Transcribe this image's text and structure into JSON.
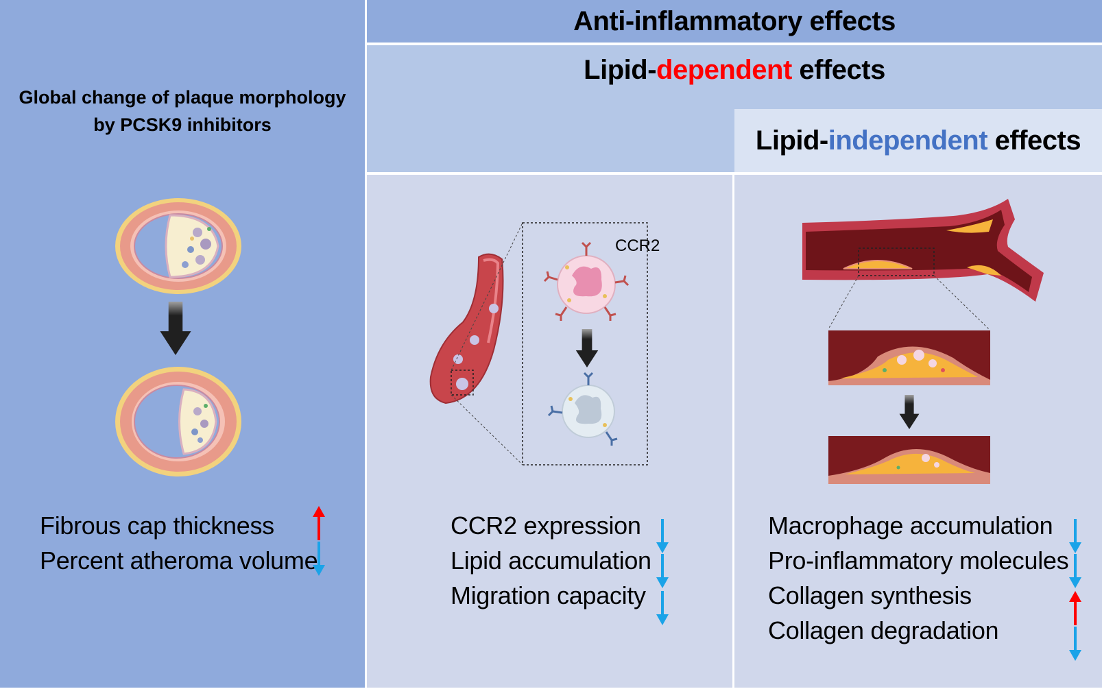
{
  "left_panel": {
    "title_line1": "Global change of plaque morphology",
    "title_line2": "by PCSK9 inhibitors",
    "effects": [
      {
        "label": "Fibrous cap thickness",
        "direction": "up"
      },
      {
        "label": "Percent atheroma volume",
        "direction": "down"
      }
    ]
  },
  "headers": {
    "anti_inflammatory": "Anti-inflammatory effects",
    "lipid_dependent": {
      "prefix": "Lipid-",
      "highlight": "dependent",
      "suffix": " effects"
    },
    "lipid_independent": {
      "prefix": "Lipid-",
      "highlight": "independent",
      "suffix": " effects"
    }
  },
  "middle_panel": {
    "receptor_label": "CCR2",
    "effects": [
      {
        "label": "CCR2 expression",
        "direction": "down"
      },
      {
        "label": "Lipid accumulation",
        "direction": "down"
      },
      {
        "label": "Migration capacity",
        "direction": "down"
      }
    ]
  },
  "right_panel": {
    "effects": [
      {
        "label": "Macrophage accumulation",
        "direction": "down"
      },
      {
        "label": "Pro-inflammatory molecules",
        "direction": "down"
      },
      {
        "label": "Collagen synthesis",
        "direction": "up"
      },
      {
        "label": "Collagen degradation",
        "direction": "down"
      }
    ]
  },
  "colors": {
    "arrow_up": "#ff0000",
    "arrow_down": "#1aa3e8",
    "highlight_dependent": "#ff0000",
    "highlight_independent": "#4472c4"
  }
}
